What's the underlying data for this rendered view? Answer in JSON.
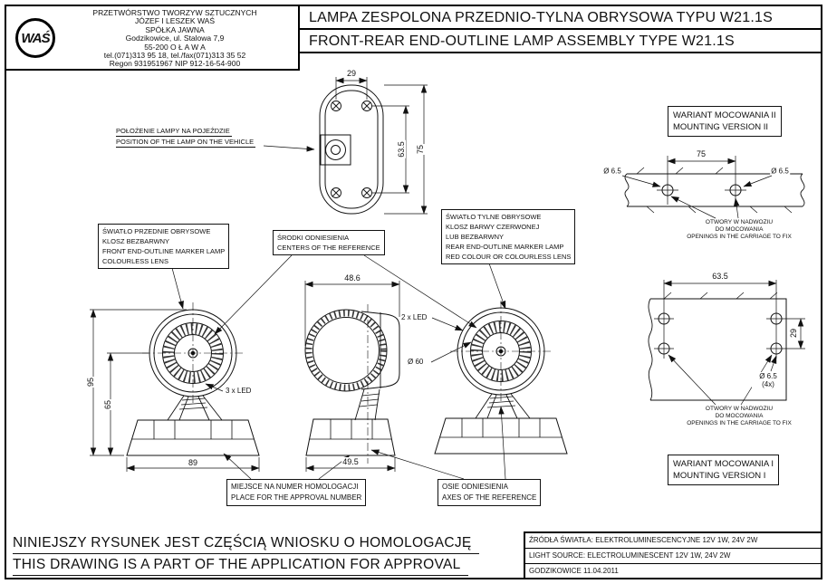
{
  "company": {
    "logo_text": "WAŚ",
    "lines": [
      "PRZETWÓRSTWO TWORZYW SZTUCZNYCH",
      "JÓZEF I LESZEK WAŚ",
      "SPÓŁKA JAWNA",
      "Godzikowice, ul. Stalowa 7,9",
      "55-200  O Ł A W A",
      "tel.(071)313 95 18, tel./fax(071)313 35 52",
      "Regon 931951967 NIP 912-16-54-900"
    ]
  },
  "title": {
    "pl": "LAMPA ZESPOLONA PRZEDNIO-TYLNA OBRYSOWA TYPU W21.1S",
    "en": "FRONT-REAR END-OUTLINE LAMP ASSEMBLY TYPE W21.1S"
  },
  "callouts": {
    "position": [
      "POŁOŻENIE LAMPY NA POJEŹDZIE",
      "POSITION OF THE LAMP ON THE VEHICLE"
    ],
    "front_lamp": [
      "ŚWIATŁO PRZEDNIE OBRYSOWE",
      "KLOSZ BEZBARWNY",
      "FRONT END-OUTLINE MARKER LAMP",
      "COLOURLESS LENS"
    ],
    "centers": [
      "ŚRODKI ODNIESIENIA",
      "CENTERS OF THE REFERENCE"
    ],
    "rear_lamp": [
      "ŚWIATŁO TYLNE OBRYSOWE",
      "KLOSZ BARWY CZERWONEJ",
      "LUB BEZBARWNY",
      "REAR END-OUTLINE MARKER LAMP",
      "RED COLOUR OR COLOURLESS LENS"
    ],
    "approval": [
      "MIEJSCE NA NUMER HOMOLOGACJI",
      "PLACE FOR THE APPROVAL NUMBER"
    ],
    "axes": [
      "OSIE ODNIESIENIA",
      "AXES OF THE REFERENCE"
    ],
    "led3": "3 x LED",
    "led2": "2 x LED",
    "dia60": "Ø 60",
    "mounting2": [
      "WARIANT MOCOWANIA II",
      "MOUNTING VERSION II"
    ],
    "mounting1": [
      "WARIANT MOCOWANIA I",
      "MOUNTING VERSION I"
    ],
    "openings": [
      "OTWORY W NADWOZIU",
      "DO MOCOWANIA",
      "OPENINGS IN THE CARRIAGE TO FIX"
    ]
  },
  "dims": {
    "top_view": {
      "hole_span": "29",
      "hole_pitch": "63.5",
      "height": "75"
    },
    "front_view": {
      "overall_height": "95",
      "center_height": "65",
      "base_width": "89"
    },
    "side_view": {
      "depth": "48.6",
      "base_depth": "49.5"
    },
    "mount2": {
      "pitch": "75",
      "hole_left": "Ø 6.5",
      "hole_right": "Ø 6.5"
    },
    "mount1": {
      "pitch_x": "63.5",
      "pitch_y": "29",
      "hole": "Ø 6.5",
      "hole_count": "(4x)"
    }
  },
  "footer": {
    "note_pl": "NINIEJSZY RYSUNEK JEST CZĘŚCIĄ WNIOSKU O  HOMOLOGACJĘ",
    "note_en": "THIS DRAWING IS A PART OF THE APPLICATION FOR  APPROVAL",
    "source_pl": "ŹRÓDŁA ŚWIATŁA: ELEKTROLUMINESCENCYJNE  12V  1W, 24V  2W",
    "source_en": "LIGHT SOURCE: ELECTROLUMINESCENT  12V  1W, 24V  2W",
    "place_date": "GODZIKOWICE 11.04.2011"
  }
}
